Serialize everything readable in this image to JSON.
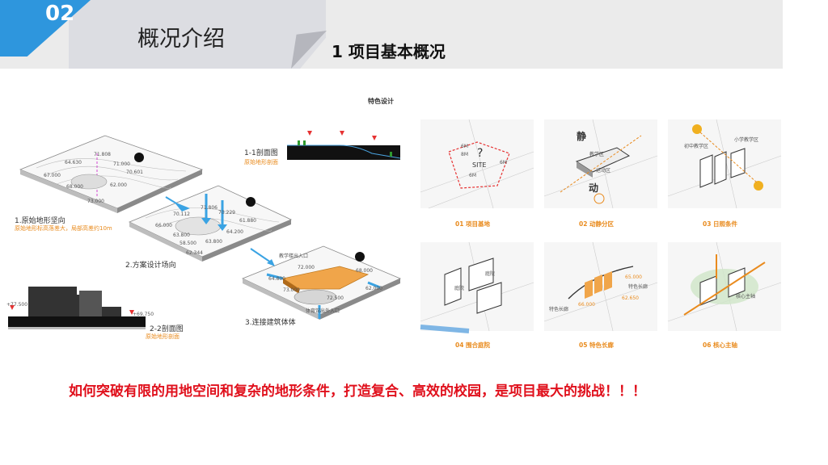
{
  "header": {
    "badge_number": "02",
    "page_title": "概况介绍",
    "subtitle": "1 项目基本概况"
  },
  "figure": {
    "panel_title": "特色设计",
    "left": {
      "section_1_1": {
        "title": "1-1剖面图",
        "note": "原始地形剖面"
      },
      "section_2_2": {
        "title": "2-2剖面图",
        "note": "原始地形剖面"
      },
      "step_1": {
        "title": "1.原始地形坚向",
        "note": "原始地形标高落差大，局部高差约10m"
      },
      "step_2": {
        "title": "2.方案设计场向"
      },
      "step_3": {
        "title": "3.连接建筑体体"
      },
      "elevations_1": [
        "64.630",
        "71.808",
        "71.000",
        "70.601",
        "67.000",
        "68.000",
        "62.000",
        "73.000"
      ],
      "elevations_2": [
        "71.806",
        "70.112",
        "70.229",
        "61.880",
        "66.000",
        "63.800",
        "64.200",
        "58.500",
        "63.800",
        "62.344"
      ],
      "elevations_3": [
        "64.800",
        "72.000",
        "68.000",
        "73.000",
        "62.000",
        "72.500"
      ],
      "entrance_top": "教学楼出入口",
      "entrance_bottom": "体育馆出外入口",
      "section_heights": [
        "+77.500",
        "+69.750"
      ]
    },
    "right": {
      "thumbs": [
        {
          "caption": "01 项目基地",
          "labels": [
            "6M",
            "8M",
            "6M",
            "6M",
            "?",
            "SITE"
          ]
        },
        {
          "caption": "02 动静分区",
          "labels": [
            "静",
            "动",
            "教学区",
            "运动区"
          ]
        },
        {
          "caption": "03 日照条件",
          "labels": [
            "初中教学区",
            "小学教学区"
          ]
        },
        {
          "caption": "04 围合庭院",
          "labels": [
            "庭院",
            "庭院"
          ]
        },
        {
          "caption": "05 特色长廊",
          "labels": [
            "65.000",
            "特色长廊",
            "62.650",
            "特色长廊",
            "66.000"
          ]
        },
        {
          "caption": "06 核心主轴",
          "labels": [
            "核心主轴"
          ]
        }
      ]
    }
  },
  "callout": "如何突破有限的用地空间和复杂的地形条件，打造复合、高效的校园，是项目最大的挑战！！！",
  "colors": {
    "badge": "#2e96dd",
    "accent_orange": "#e98b1e",
    "callout_red": "#e0101c",
    "arrow_blue": "#3aa3e3"
  }
}
